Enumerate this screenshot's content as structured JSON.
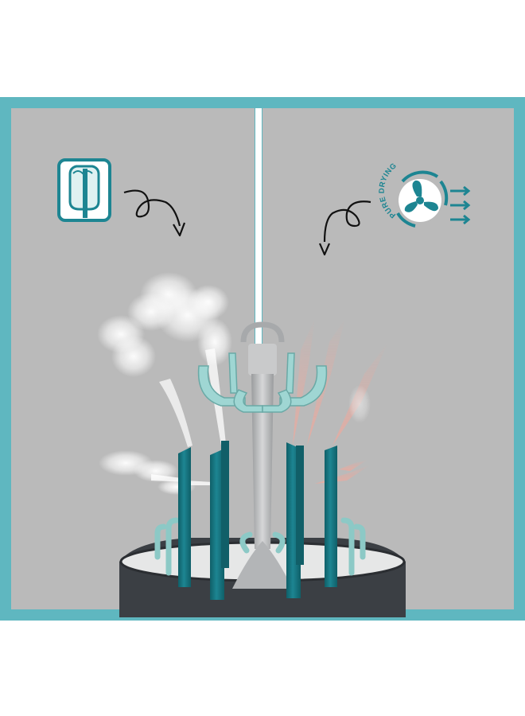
{
  "image": {
    "frame_color": "#5fb7c0",
    "background_color": "#b9b9b9",
    "divider_color": "#ffffff",
    "accent_teal": "#1d7f8a",
    "accent_mint": "#9fd6d3",
    "base_color": "#3b3f44"
  },
  "left_panel": {
    "mode": "steam",
    "icon": "bottle-steam-icon",
    "arrow": "curly-arrow-down-right-icon",
    "effect_color": "#ffffff"
  },
  "right_panel": {
    "mode": "drying",
    "icon": "fan-drying-icon",
    "badge_text": "PURE DRYING",
    "arrow": "curly-arrow-down-left-icon",
    "effect_color": "#f09a8a"
  }
}
